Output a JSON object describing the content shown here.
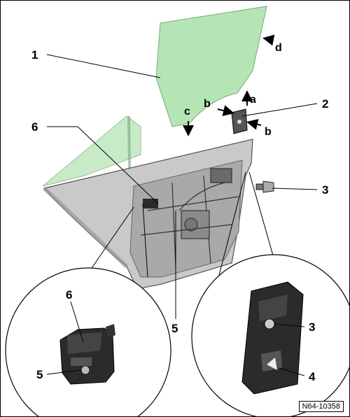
{
  "callouts": {
    "c1": "1",
    "c2": "2",
    "c3": "3",
    "c4": "4",
    "c5": "5",
    "c6": "6"
  },
  "directions": {
    "a": "a",
    "b": "b",
    "c": "c",
    "d": "d"
  },
  "reference_code": "N64-10358",
  "colors": {
    "glass": "#b5e4b5",
    "door_panel": "#c9c9c9",
    "door_shadow": "#8f8f8f",
    "part_dark": "#2b2b2b",
    "outline": "#000000"
  }
}
